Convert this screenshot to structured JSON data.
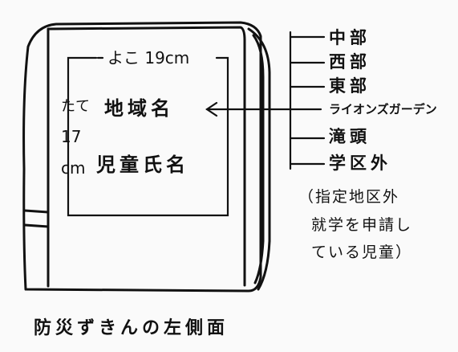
{
  "dimensions": {
    "width_label": "よこ 19cm",
    "height_label_lines": [
      "たて",
      "17",
      "cm"
    ]
  },
  "fields": {
    "region_name": "地域名",
    "child_name": "児童氏名"
  },
  "categories": [
    "中部",
    "西部",
    "東部",
    "ライオンズガーデン",
    "滝頭",
    "学区外"
  ],
  "note_lines": [
    "（指定地区外",
    "就学を申請し",
    "ている児童）"
  ],
  "caption": "防災ずきんの左側面",
  "colors": {
    "ink": "#111111",
    "paper": "#fafafa"
  }
}
